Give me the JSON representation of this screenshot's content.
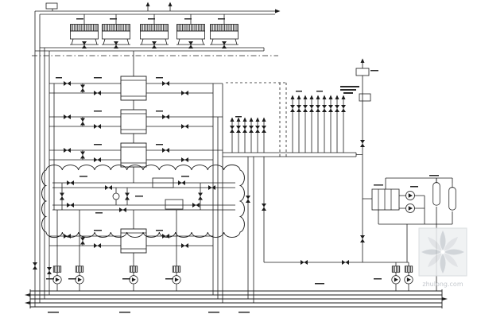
{
  "document": {
    "kind": "HVAC chiller-plant piping schematic (CAD line drawing)",
    "background_color": "#ffffff",
    "line_color": "#1c1c1c"
  },
  "watermark": {
    "text": "zhulong.com",
    "color": "#b9bec4",
    "petal_color_a": "#c9ced3",
    "petal_color_b": "#dcdfe2"
  },
  "inventory": {
    "cooling_towers": 5,
    "heat_exchanger_units": 4,
    "bottom_pump_units": 4,
    "right_pump_units": 2,
    "storage_tanks": 2,
    "branch_risers_group1": 6,
    "branch_risers_group2": 9,
    "bottom_header_lines": 5
  }
}
